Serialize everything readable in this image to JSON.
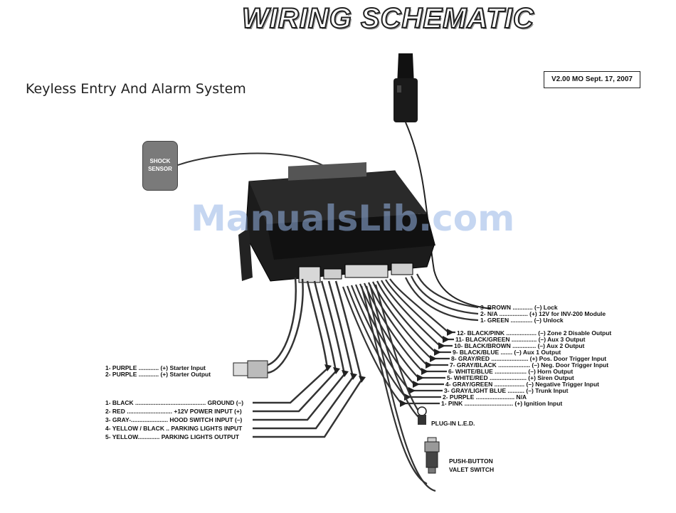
{
  "title": "WIRING SCHEMATIC",
  "subtitle": "Keyless Entry And Alarm System",
  "version": "V2.00 MO Sept. 17, 2007",
  "shock_sensor": "SHOCK SENSOR",
  "watermark": "ManualsLib.com",
  "top_right_wires": [
    "3- BROWN ............ (–) Lock",
    "2- N/A ................. (+) 12V for INV-200 Module",
    "1- GREEN ............. (–) Unlock"
  ],
  "right_wires": [
    "12- BLACK/PINK ..................  (–) Zone 2 Disable Output",
    "11- BLACK/GREEN ...............  (–) Aux 3 Output",
    "10- BLACK/BROWN ..............  (–) Aux 2 Output",
    "9- BLACK/BLUE .......          (–) Aux 1 Output",
    "8- GRAY/RED ......................  (+) Pos. Door Trigger Input",
    "7- GRAY/BLACK ...................  (–) Neg. Door Trigger Input",
    "6- WHITE/BLUE ...................  (–) Horn Output",
    "5- WHITE/RED ......................  (+) Siren Output",
    "4- GRAY/GREEN ..................  (–) Negative Trigger Input",
    "3- GRAY/LIGHT BLUE ..........  (–) Trunk Input",
    "2- PURPLE .......................  N/A",
    "1- PINK .............................  (+) Ignition Input"
  ],
  "starter_wires": [
    "1- PURPLE ............  (+) Starter Input",
    "2- PURPLE ............  (+) Starter Output"
  ],
  "left_wires": [
    "1- BLACK .......................................... GROUND (–)",
    "2- RED ........................... +12V POWER INPUT (+)",
    "3- GRAY-...................... HOOD SWITCH INPUT (–)",
    "4- YELLOW / BLACK .. PARKING LIGHTS INPUT",
    "5- YELLOW............. PARKING LIGHTS OUTPUT"
  ],
  "plugin_led": "PLUG-IN L.E.D.",
  "valet_switch": [
    "PUSH-BUTTON",
    "VALET SWITCH"
  ]
}
